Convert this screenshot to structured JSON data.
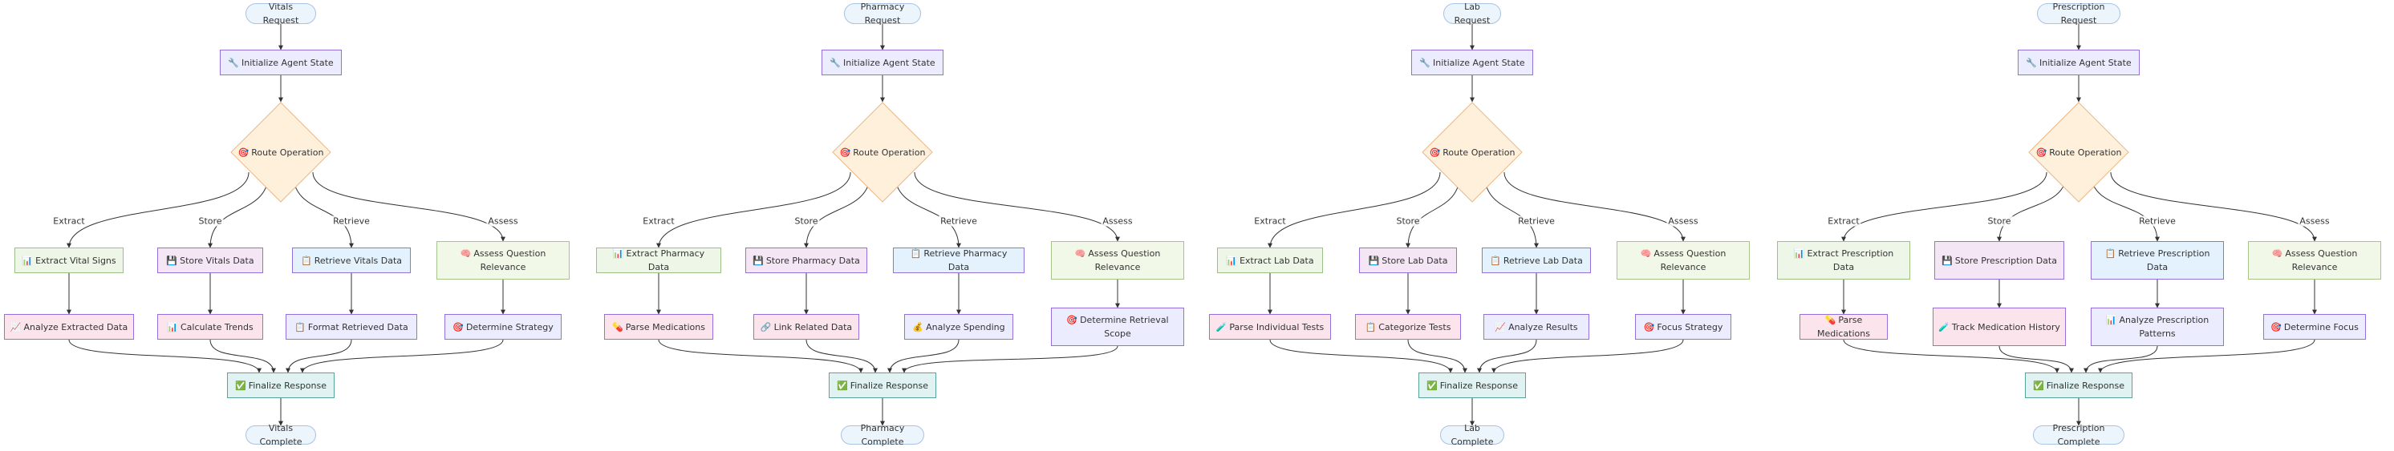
{
  "flows": [
    {
      "start": "Vitals Request",
      "init": "Initialize Agent State",
      "route": "Route Operation",
      "edge_labels": [
        "Extract",
        "Store",
        "Retrieve",
        "Assess"
      ],
      "branches": [
        {
          "first": "Extract Vital Signs",
          "first_icon": "📊",
          "second": "Analyze Extracted Data",
          "second_icon": "📈"
        },
        {
          "first": "Store Vitals Data",
          "first_icon": "💾",
          "second": "Calculate Trends",
          "second_icon": "📊"
        },
        {
          "first": "Retrieve Vitals Data",
          "first_icon": "📋",
          "second": "Format Retrieved Data",
          "second_icon": "📋"
        },
        {
          "first": "Assess Question Relevance",
          "first_icon": "🧠",
          "second": "Determine Strategy",
          "second_icon": "🎯"
        }
      ],
      "finalize": "Finalize Response",
      "end": "Vitals Complete"
    },
    {
      "start": "Pharmacy Request",
      "init": "Initialize Agent State",
      "route": "Route Operation",
      "edge_labels": [
        "Extract",
        "Store",
        "Retrieve",
        "Assess"
      ],
      "branches": [
        {
          "first": "Extract Pharmacy Data",
          "first_icon": "📊",
          "second": "Parse Medications",
          "second_icon": "💊"
        },
        {
          "first": "Store Pharmacy Data",
          "first_icon": "💾",
          "second": "Link Related Data",
          "second_icon": "🔗"
        },
        {
          "first": "Retrieve Pharmacy Data",
          "first_icon": "📋",
          "second": "Analyze Spending",
          "second_icon": "💰"
        },
        {
          "first": "Assess Question Relevance",
          "first_icon": "🧠",
          "second": "Determine Retrieval Scope",
          "second_icon": "🎯"
        }
      ],
      "finalize": "Finalize Response",
      "end": "Pharmacy Complete"
    },
    {
      "start": "Lab Request",
      "init": "Initialize Agent State",
      "route": "Route Operation",
      "edge_labels": [
        "Extract",
        "Store",
        "Retrieve",
        "Assess"
      ],
      "branches": [
        {
          "first": "Extract Lab Data",
          "first_icon": "📊",
          "second": "Parse Individual Tests",
          "second_icon": "🧪"
        },
        {
          "first": "Store Lab Data",
          "first_icon": "💾",
          "second": "Categorize Tests",
          "second_icon": "📋"
        },
        {
          "first": "Retrieve Lab Data",
          "first_icon": "📋",
          "second": "Analyze Results",
          "second_icon": "📈"
        },
        {
          "first": "Assess Question Relevance",
          "first_icon": "🧠",
          "second": "Focus Strategy",
          "second_icon": "🎯"
        }
      ],
      "finalize": "Finalize Response",
      "end": "Lab Complete"
    },
    {
      "start": "Prescription Request",
      "init": "Initialize Agent State",
      "route": "Route Operation",
      "edge_labels": [
        "Extract",
        "Store",
        "Retrieve",
        "Assess"
      ],
      "branches": [
        {
          "first": "Extract Prescription Data",
          "first_icon": "📊",
          "second": "Parse Medications",
          "second_icon": "💊"
        },
        {
          "first": "Store Prescription Data",
          "first_icon": "💾",
          "second": "Track Medication History",
          "second_icon": "🧪"
        },
        {
          "first": "Retrieve Prescription Data",
          "first_icon": "📋",
          "second": "Analyze Prescription Patterns",
          "second_icon": "📊"
        },
        {
          "first": "Assess Question Relevance",
          "first_icon": "🧠",
          "second": "Determine Focus",
          "second_icon": "🎯"
        }
      ],
      "finalize": "Finalize Response",
      "end": "Prescription Complete"
    }
  ],
  "icons": {
    "init": "🔧",
    "route": "🎯",
    "finalize": "✅"
  },
  "colors": {
    "edge": "#333333",
    "pill": "#ECF4FC",
    "init": "#ECECFF",
    "route": "#FFF0DC",
    "extract": "#EEF6E8",
    "store": "#F5E6F5",
    "retrieve": "#E3F2FD",
    "assess": "#F1F8E8",
    "finalize": "#E0F2F1"
  }
}
